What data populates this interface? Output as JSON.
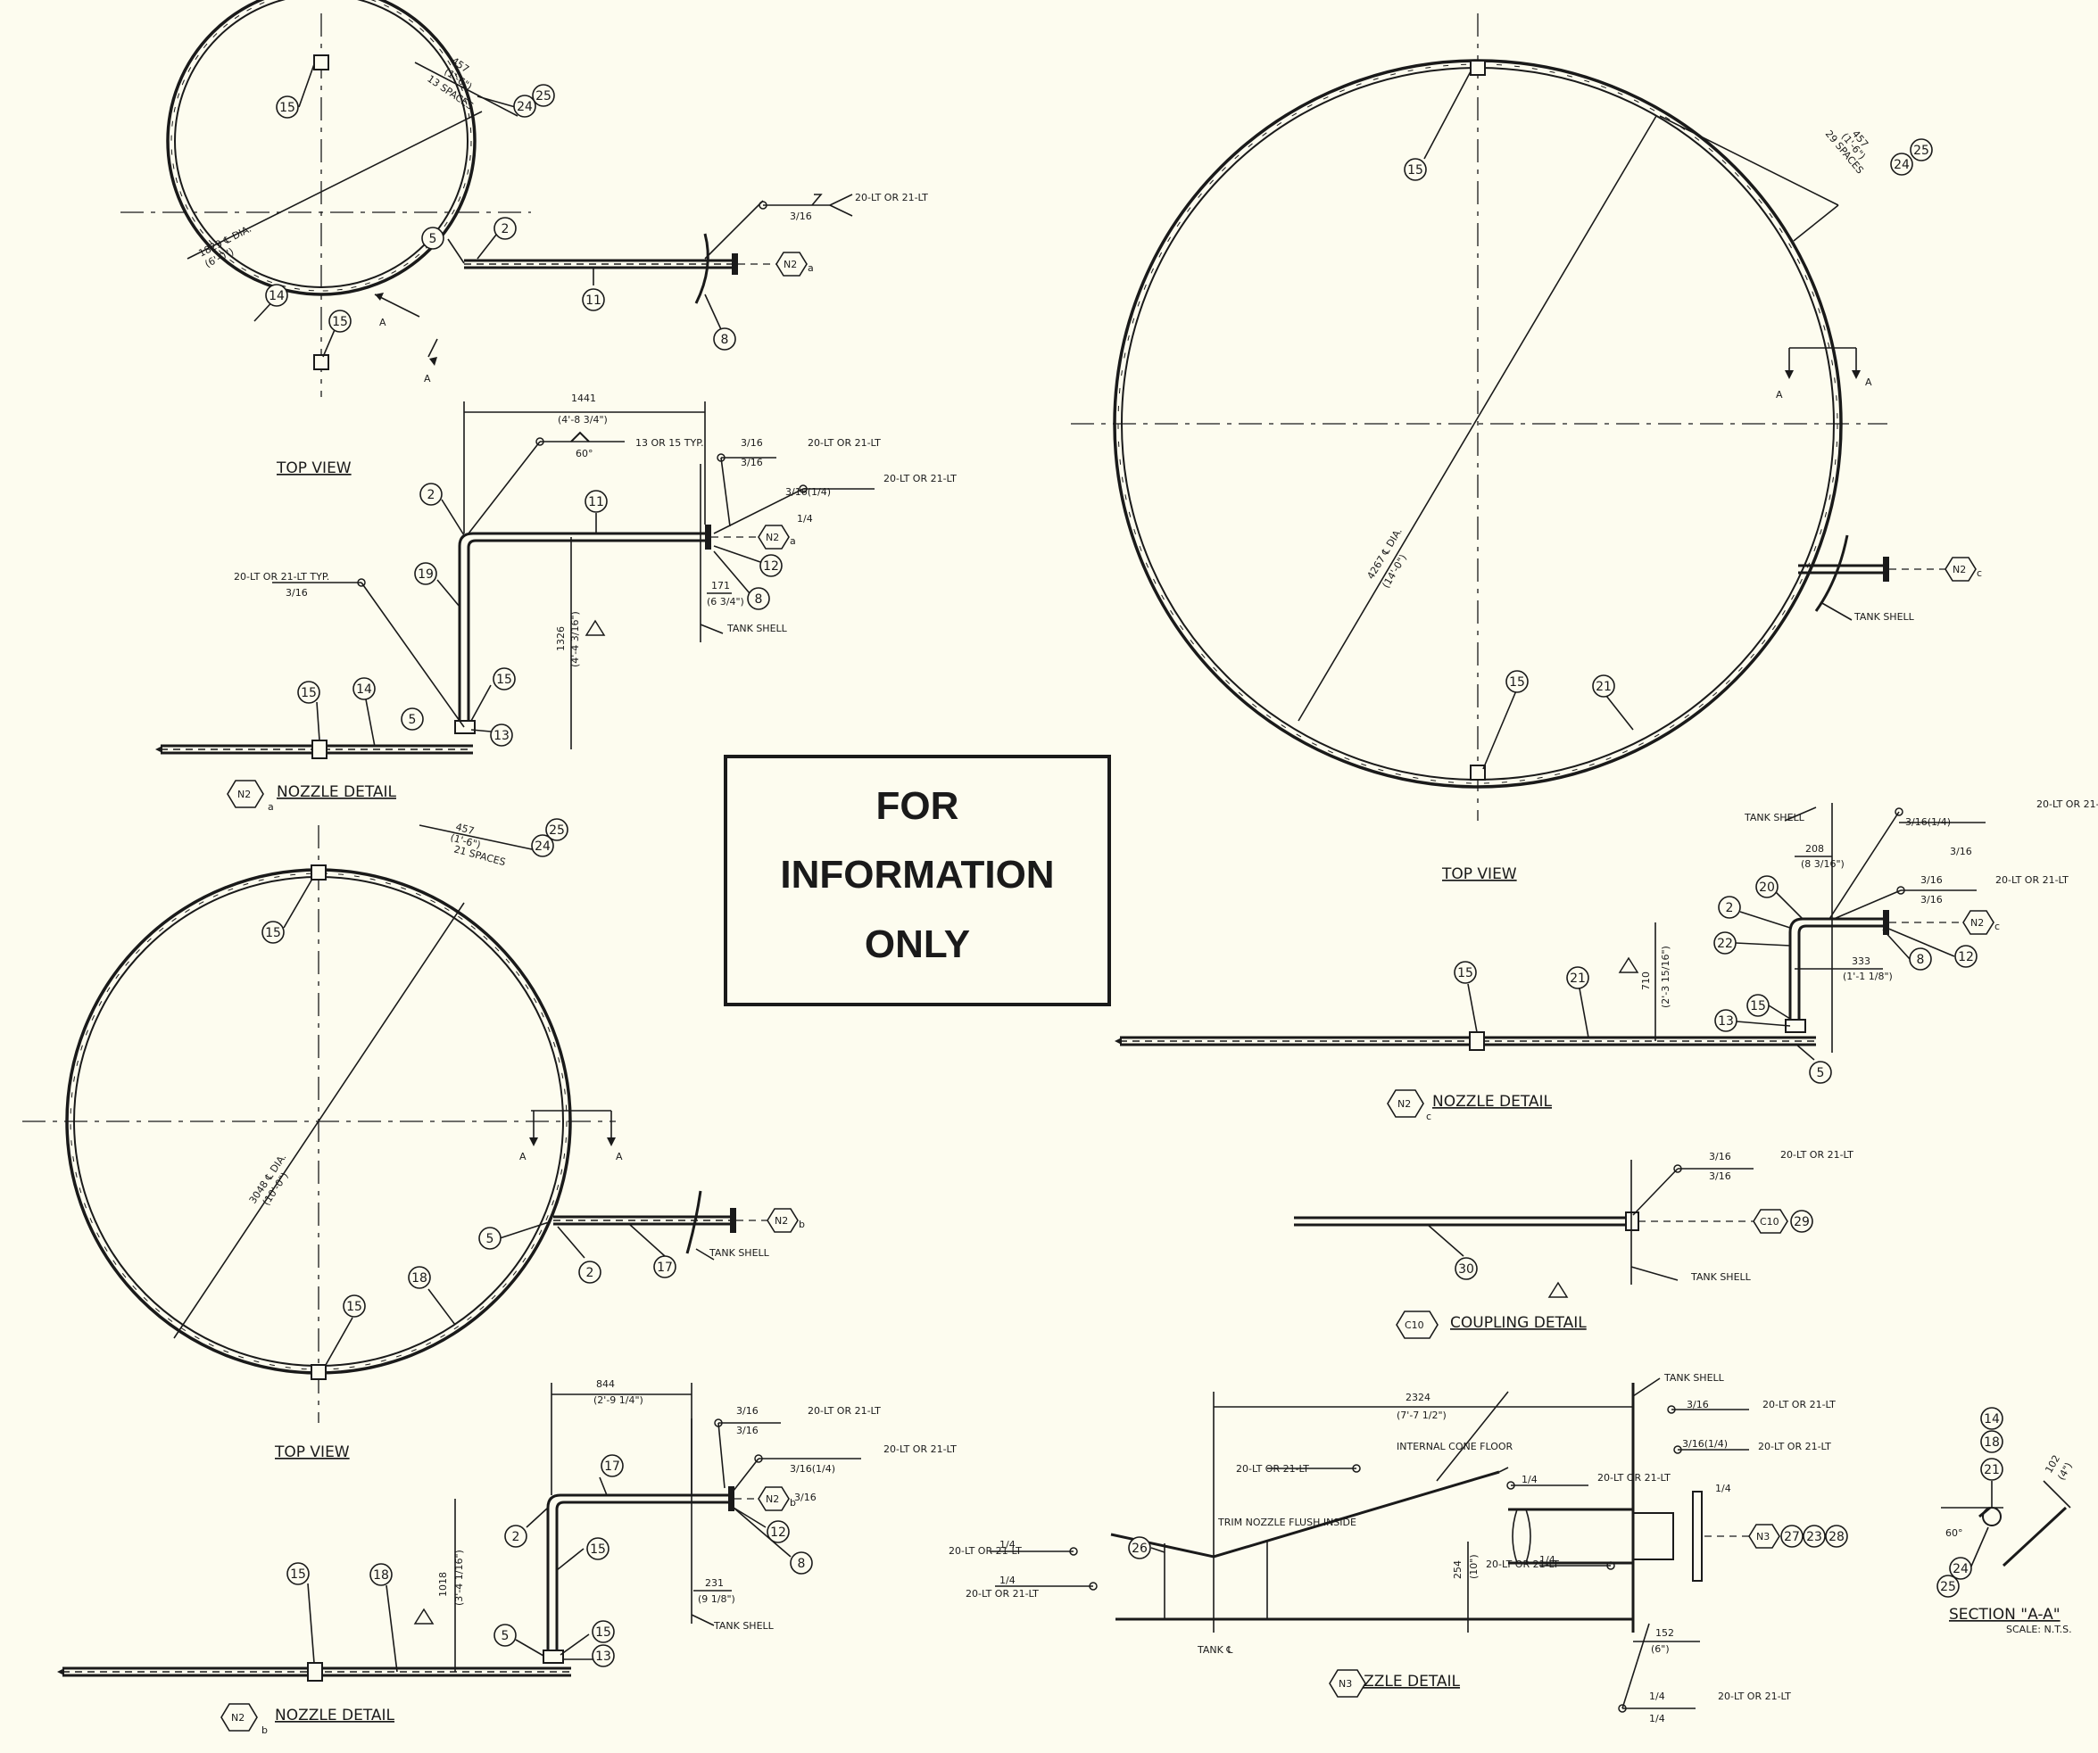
{
  "stamp": {
    "line1": "FOR",
    "line2": "INFORMATION",
    "line3": "ONLY"
  },
  "titles": {
    "top_view_a": "TOP VIEW",
    "top_view_b": "TOP VIEW",
    "top_view_c": "TOP VIEW",
    "nozzle_n2a": {
      "tag": "N2",
      "sub": "a",
      "label": "NOZZLE DETAIL"
    },
    "nozzle_n2b": {
      "tag": "N2",
      "sub": "b",
      "label": "NOZZLE DETAIL"
    },
    "nozzle_n2c": {
      "tag": "N2",
      "sub": "c",
      "label": "NOZZLE DETAIL"
    },
    "coupling_c10": {
      "tag": "C10",
      "label": "COUPLING DETAIL"
    },
    "nozzle_n3": {
      "tag": "N3",
      "label": "NOZZLE DETAIL"
    },
    "section_aa": {
      "label": "SECTION \"A-A\"",
      "scale": "SCALE: N.T.S."
    }
  },
  "dims": {
    "a_spacing": "457",
    "a_spacing_imp": "(1'-6\")",
    "a_spaces": "13 SPACES",
    "a_dia": "1829 ℄ DIA.",
    "a_dia_imp": "(6'-0\")",
    "b_spacing": "457",
    "b_spacing_imp": "(1'-6\")",
    "b_spaces": "21 SPACES",
    "b_dia": "3048 ℄ DIA.",
    "b_dia_imp": "(10'-0\")",
    "c_spacing": "457",
    "c_spacing_imp": "(1'-6\")",
    "c_spaces": "29 SPACES",
    "c_dia": "4267 ℄ DIA.",
    "c_dia_imp": "(14'-0\")",
    "n2a_len": "1441",
    "n2a_len_imp": "(4'-8 3/4\")",
    "n2a_h": "1326",
    "n2a_h_imp": "(4'-4 3/16\")",
    "n2a_proj": "171",
    "n2a_proj_imp": "(6 3/4\")",
    "n2b_len": "844",
    "n2b_len_imp": "(2'-9 1/4\")",
    "n2b_h": "1018",
    "n2b_h_imp": "(3'-4 1/16\")",
    "n2b_proj": "231",
    "n2b_proj_imp": "(9 1/8\")",
    "n2c_proj": "208",
    "n2c_proj_imp": "(8 3/16\")",
    "n2c_h": "710",
    "n2c_h_imp": "(2'-3 15/16\")",
    "n2c_off": "333",
    "n2c_off_imp": "(1'-1 1/8\")",
    "n3_len": "2324",
    "n3_len_imp": "(7'-7 1/2\")",
    "n3_h": "254",
    "n3_h_imp": "(10\")",
    "n3_proj": "152",
    "n3_proj_imp": "(6\")",
    "sec_dim": "102",
    "sec_dim_imp": "(4\")",
    "sec_angle": "60°",
    "n2a_angle": "60°"
  },
  "notes": {
    "tank_shell": "TANK SHELL",
    "internal_cone_floor": "INTERNAL CONE FLOOR",
    "trim_nozzle": "TRIM NOZZLE FLUSH INSIDE",
    "tank_cl": "TANK ℄",
    "weld_rod": "20-LT OR 21-LT",
    "weld_rod_typ": "20-LT OR 21-LT TYP.",
    "typ_13_15": "13 OR 15 TYP.",
    "size_316": "3/16",
    "size_14": "1/4",
    "size_316_14": "3/16(1/4)",
    "section_mark": "A"
  },
  "callouts": {
    "a": [
      "15",
      "24",
      "25",
      "2",
      "5",
      "14",
      "15",
      "11",
      "8"
    ],
    "n2a": [
      "2",
      "19",
      "11",
      "12",
      "8",
      "15",
      "14",
      "15",
      "5",
      "13"
    ],
    "b": [
      "15",
      "24",
      "25",
      "5",
      "2",
      "17",
      "15",
      "18"
    ],
    "n2b": [
      "2",
      "17",
      "15",
      "12",
      "8",
      "15",
      "18",
      "5",
      "15",
      "13"
    ],
    "c": [
      "15",
      "24",
      "25",
      "15",
      "21"
    ],
    "n2c": [
      "2",
      "20",
      "22",
      "8",
      "12",
      "15",
      "21",
      "15",
      "13",
      "5"
    ],
    "c10": [
      "30",
      "29"
    ],
    "n3": [
      "26",
      "27",
      "23",
      "28"
    ],
    "sec": [
      "14",
      "18",
      "21",
      "24",
      "25"
    ]
  },
  "colors": {
    "paper": "#fdfcef",
    "ink": "#1a1a1a"
  }
}
